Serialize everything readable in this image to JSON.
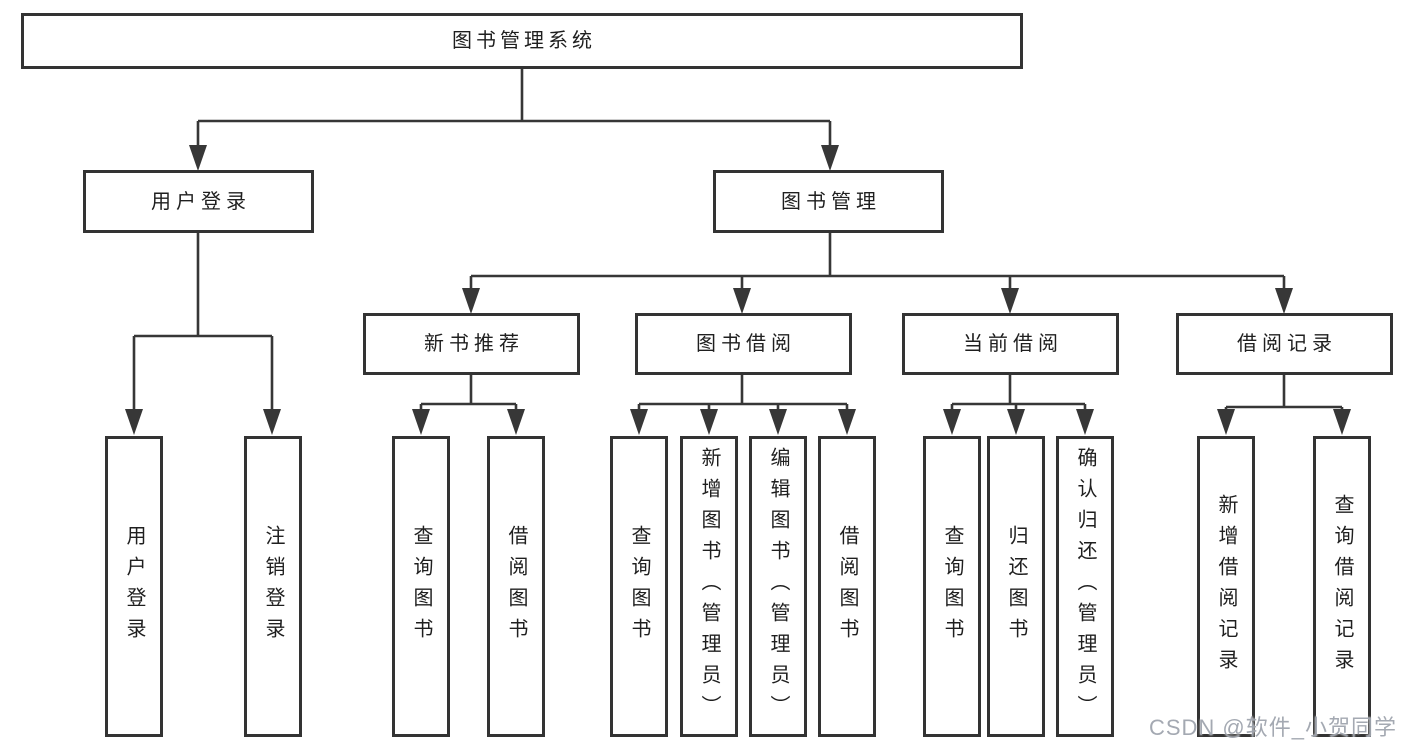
{
  "diagram": {
    "line_color": "#373737",
    "root": {
      "label": "图书管理系统"
    },
    "branches": [
      {
        "label": "用户登录",
        "children": [
          {
            "label": "用户登录"
          },
          {
            "label": "注销登录"
          }
        ]
      },
      {
        "label": "图书管理",
        "children": [
          {
            "label": "新书推荐",
            "children": [
              {
                "label": "查询图书"
              },
              {
                "label": "借阅图书"
              }
            ]
          },
          {
            "label": "图书借阅",
            "children": [
              {
                "label": "查询图书"
              },
              {
                "label": "新增图书（管理员）"
              },
              {
                "label": "编辑图书（管理员）"
              },
              {
                "label": "借阅图书"
              }
            ]
          },
          {
            "label": "当前借阅",
            "children": [
              {
                "label": "查询图书"
              },
              {
                "label": "归还图书"
              },
              {
                "label": "确认归还（管理员）"
              }
            ]
          },
          {
            "label": "借阅记录",
            "children": [
              {
                "label": "新增借阅记录"
              },
              {
                "label": "查询借阅记录"
              }
            ]
          }
        ]
      }
    ]
  },
  "watermark": {
    "text": "CSDN @软件_小贺同学",
    "color": "#9aa0aa"
  }
}
